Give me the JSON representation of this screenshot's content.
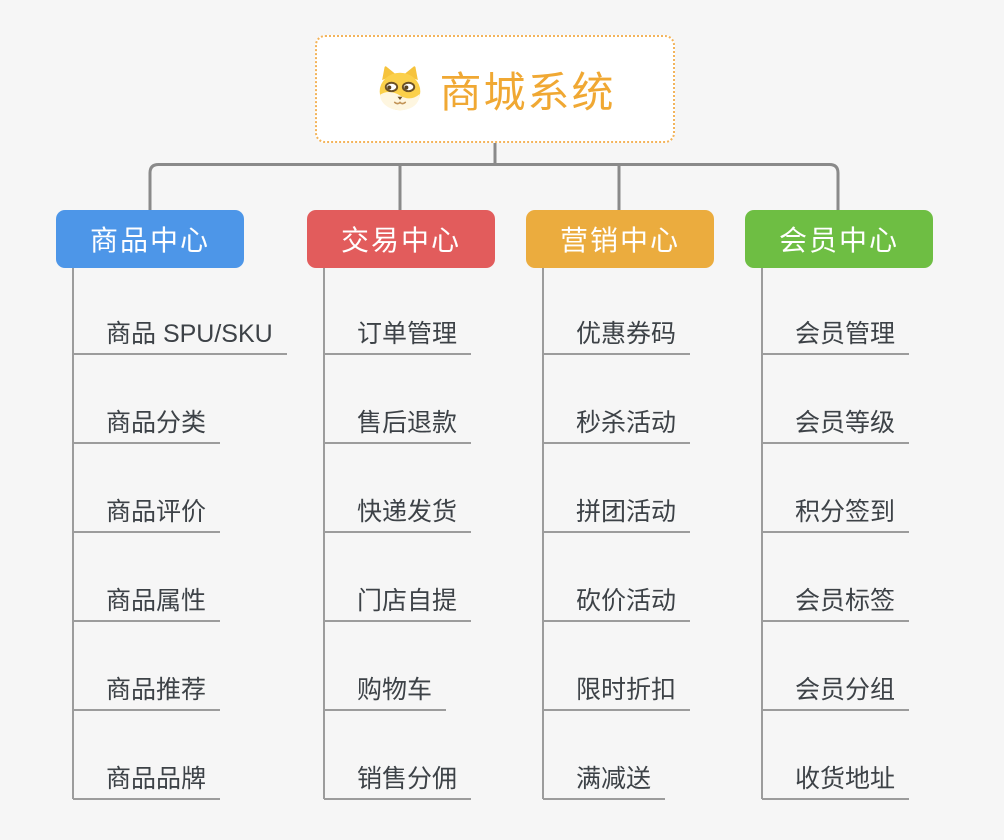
{
  "root": {
    "title": "商城系统",
    "icon": "shiba-dog-face"
  },
  "branches": [
    {
      "label": "商品中心",
      "color": "#4D96E8",
      "items": [
        "商品 SPU/SKU",
        "商品分类",
        "商品评价",
        "商品属性",
        "商品推荐",
        "商品品牌"
      ]
    },
    {
      "label": "交易中心",
      "color": "#E25C5C",
      "items": [
        "订单管理",
        "售后退款",
        "快递发货",
        "门店自提",
        "购物车",
        "销售分佣"
      ]
    },
    {
      "label": "营销中心",
      "color": "#EBAC3E",
      "items": [
        "优惠券码",
        "秒杀活动",
        "拼团活动",
        "砍价活动",
        "限时折扣",
        "满减送"
      ]
    },
    {
      "label": "会员中心",
      "color": "#6EBE43",
      "items": [
        "会员管理",
        "会员等级",
        "积分签到",
        "会员标签",
        "会员分组",
        "收货地址"
      ]
    }
  ],
  "colors": {
    "canvas_background": "#F6F6F6",
    "root_accent": "#F0A833",
    "root_border": "#F3B45B",
    "connector": "#8A8A8A",
    "underline": "#9C9C9C",
    "child_text": "#3D4247"
  }
}
